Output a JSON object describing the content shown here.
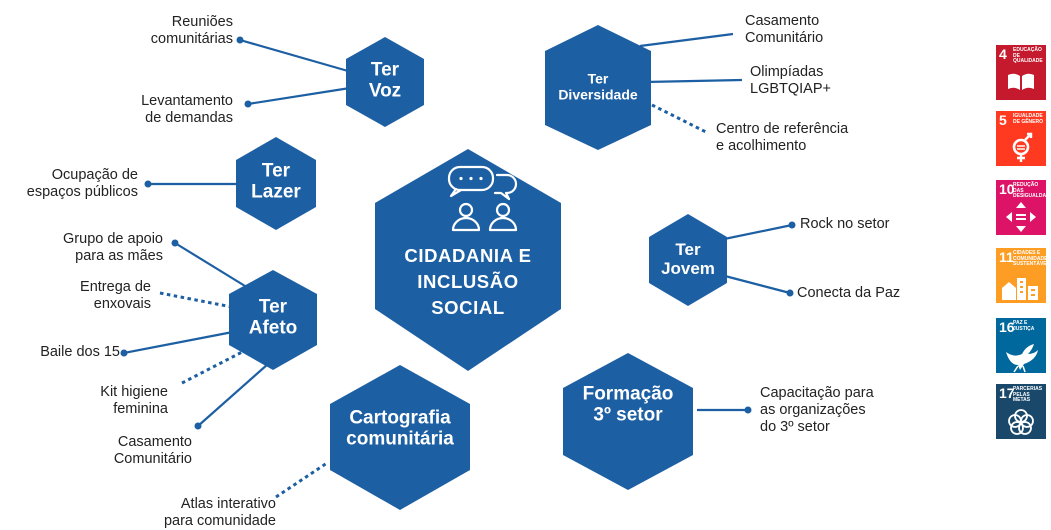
{
  "center": {
    "title": "CIDADANIA E\nINCLUSÃO\nSOCIAL"
  },
  "hubs": {
    "ter_voz": "Ter\nVoz",
    "ter_diversidade": "Ter\nDiversidade",
    "ter_lazer": "Ter\nLazer",
    "ter_jovem": "Ter\nJovem",
    "ter_afeto": "Ter\nAfeto",
    "cartografia": "Cartografia\ncomunitária",
    "formacao": "Formação\n3º setor"
  },
  "labels": {
    "reunioes": "Reuniões\ncomunitárias",
    "levantamento": "Levantamento\nde demandas",
    "casamento_top": "Casamento\nComunitário",
    "olimpiadas": "Olimpíadas\nLGBTQIAP+",
    "centro_ref": "Centro de referência\ne acolhimento",
    "ocupacao": "Ocupação de\nespaços públicos",
    "rock": "Rock no setor",
    "conecta": "Conecta da Paz",
    "grupo_apoio": "Grupo de apoio\npara as mães",
    "enxovais": "Entrega de\nenxovais",
    "baile": "Baile dos 15",
    "kit": "Kit higiene\nfeminina",
    "casamento_bottom": "Casamento\nComunitário",
    "atlas": "Atlas interativo\npara comunidade",
    "capacitacao": "Capacitação para\nas organizações\ndo 3º setor"
  },
  "sdg_goals": [
    {
      "number": "4",
      "text": "EDUCAÇÃO\nDE QUALIDADE",
      "color": "#c5192d",
      "icon": "book-icon"
    },
    {
      "number": "5",
      "text": "IGUALDADE\nDE GÊNERO",
      "color": "#ff3a21",
      "icon": "gender-equality-icon"
    },
    {
      "number": "10",
      "text": "REDUÇÃO DAS\nDESIGUALDADES",
      "color": "#dd1367",
      "icon": "equality-arrows-icon"
    },
    {
      "number": "11",
      "text": "CIDADES E COMUNIDADES\nSUSTENTÁVEIS",
      "color": "#fd9d24",
      "icon": "city-icon"
    },
    {
      "number": "16",
      "text": "PAZ E JUSTIÇA",
      "color": "#00689d",
      "icon": "dove-icon"
    },
    {
      "number": "17",
      "text": "PARCERIAS\nPELAS METAS",
      "color": "#19486a",
      "icon": "partnership-rings-icon"
    }
  ],
  "colors": {
    "primary": "#1d5fa3"
  }
}
